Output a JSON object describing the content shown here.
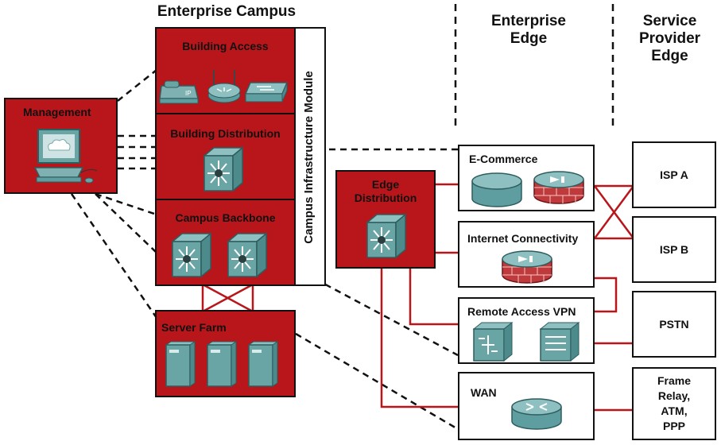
{
  "headers": {
    "enterprise_campus": "Enterprise Campus",
    "enterprise_edge": "Enterprise\nEdge",
    "service_provider_edge": "Service\nProvider\nEdge"
  },
  "campus": {
    "building_access": "Building Access",
    "building_distribution": "Building Distribution",
    "campus_backbone": "Campus Backbone",
    "infrastructure_module": "Campus Infrastructure Module",
    "server_farm": "Server Farm"
  },
  "management": "Management",
  "edge_distribution": "Edge\nDistribution",
  "edge_modules": {
    "ecommerce": "E-Commerce",
    "internet": "Internet Connectivity",
    "vpn": "Remote Access VPN",
    "wan": "WAN"
  },
  "providers": {
    "isp_a": "ISP A",
    "isp_b": "ISP B",
    "pstn": "PSTN",
    "frame": "Frame\nRelay,\nATM,\nPPP"
  },
  "colors": {
    "module_red": "#b8161a",
    "link_red": "#b8161a",
    "device_teal": "#5f9ea0"
  },
  "icons": [
    "ip-phone-icon",
    "wireless-ap-icon",
    "workgroup-switch-icon",
    "multilayer-switch-icon",
    "pc-icon",
    "server-icon",
    "router-icon",
    "firewall-icon",
    "database-icon",
    "vpn-concentrator-icon"
  ]
}
